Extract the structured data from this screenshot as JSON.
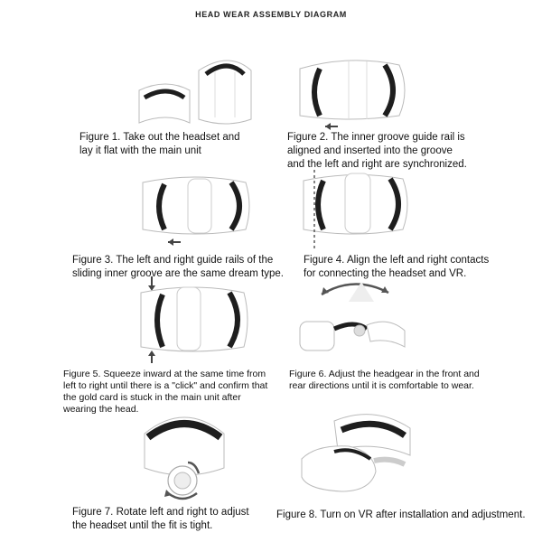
{
  "title": "HEAD WEAR ASSEMBLY DIAGRAM",
  "figures": [
    {
      "lines": [
        "Figure 1. Take out the headset and",
        "lay it flat with the main unit"
      ]
    },
    {
      "lines": [
        "Figure 2. The inner groove guide rail is",
        " aligned and inserted into the groove",
        " and the left and right are synchronized."
      ]
    },
    {
      "lines": [
        "Figure 3. The left and right guide rails of the",
        " sliding inner groove are the same dream type."
      ]
    },
    {
      "lines": [
        "Figure 4. Align the left and right contacts",
        " for connecting the headset and VR."
      ]
    },
    {
      "lines": [
        "Figure 5. Squeeze inward at the same time from",
        "left to right until there is a \"click\" and confirm that",
        " the gold card is stuck in the main unit after",
        " wearing the head."
      ]
    },
    {
      "lines": [
        "Figure 6. Adjust the headgear in the front and",
        "rear directions until it is comfortable to wear."
      ]
    },
    {
      "lines": [
        "Figure 7. Rotate left and right to adjust",
        " the headset until the fit is tight."
      ]
    },
    {
      "lines": [
        "Figure 8. Turn on VR after installation and adjustment."
      ]
    }
  ]
}
